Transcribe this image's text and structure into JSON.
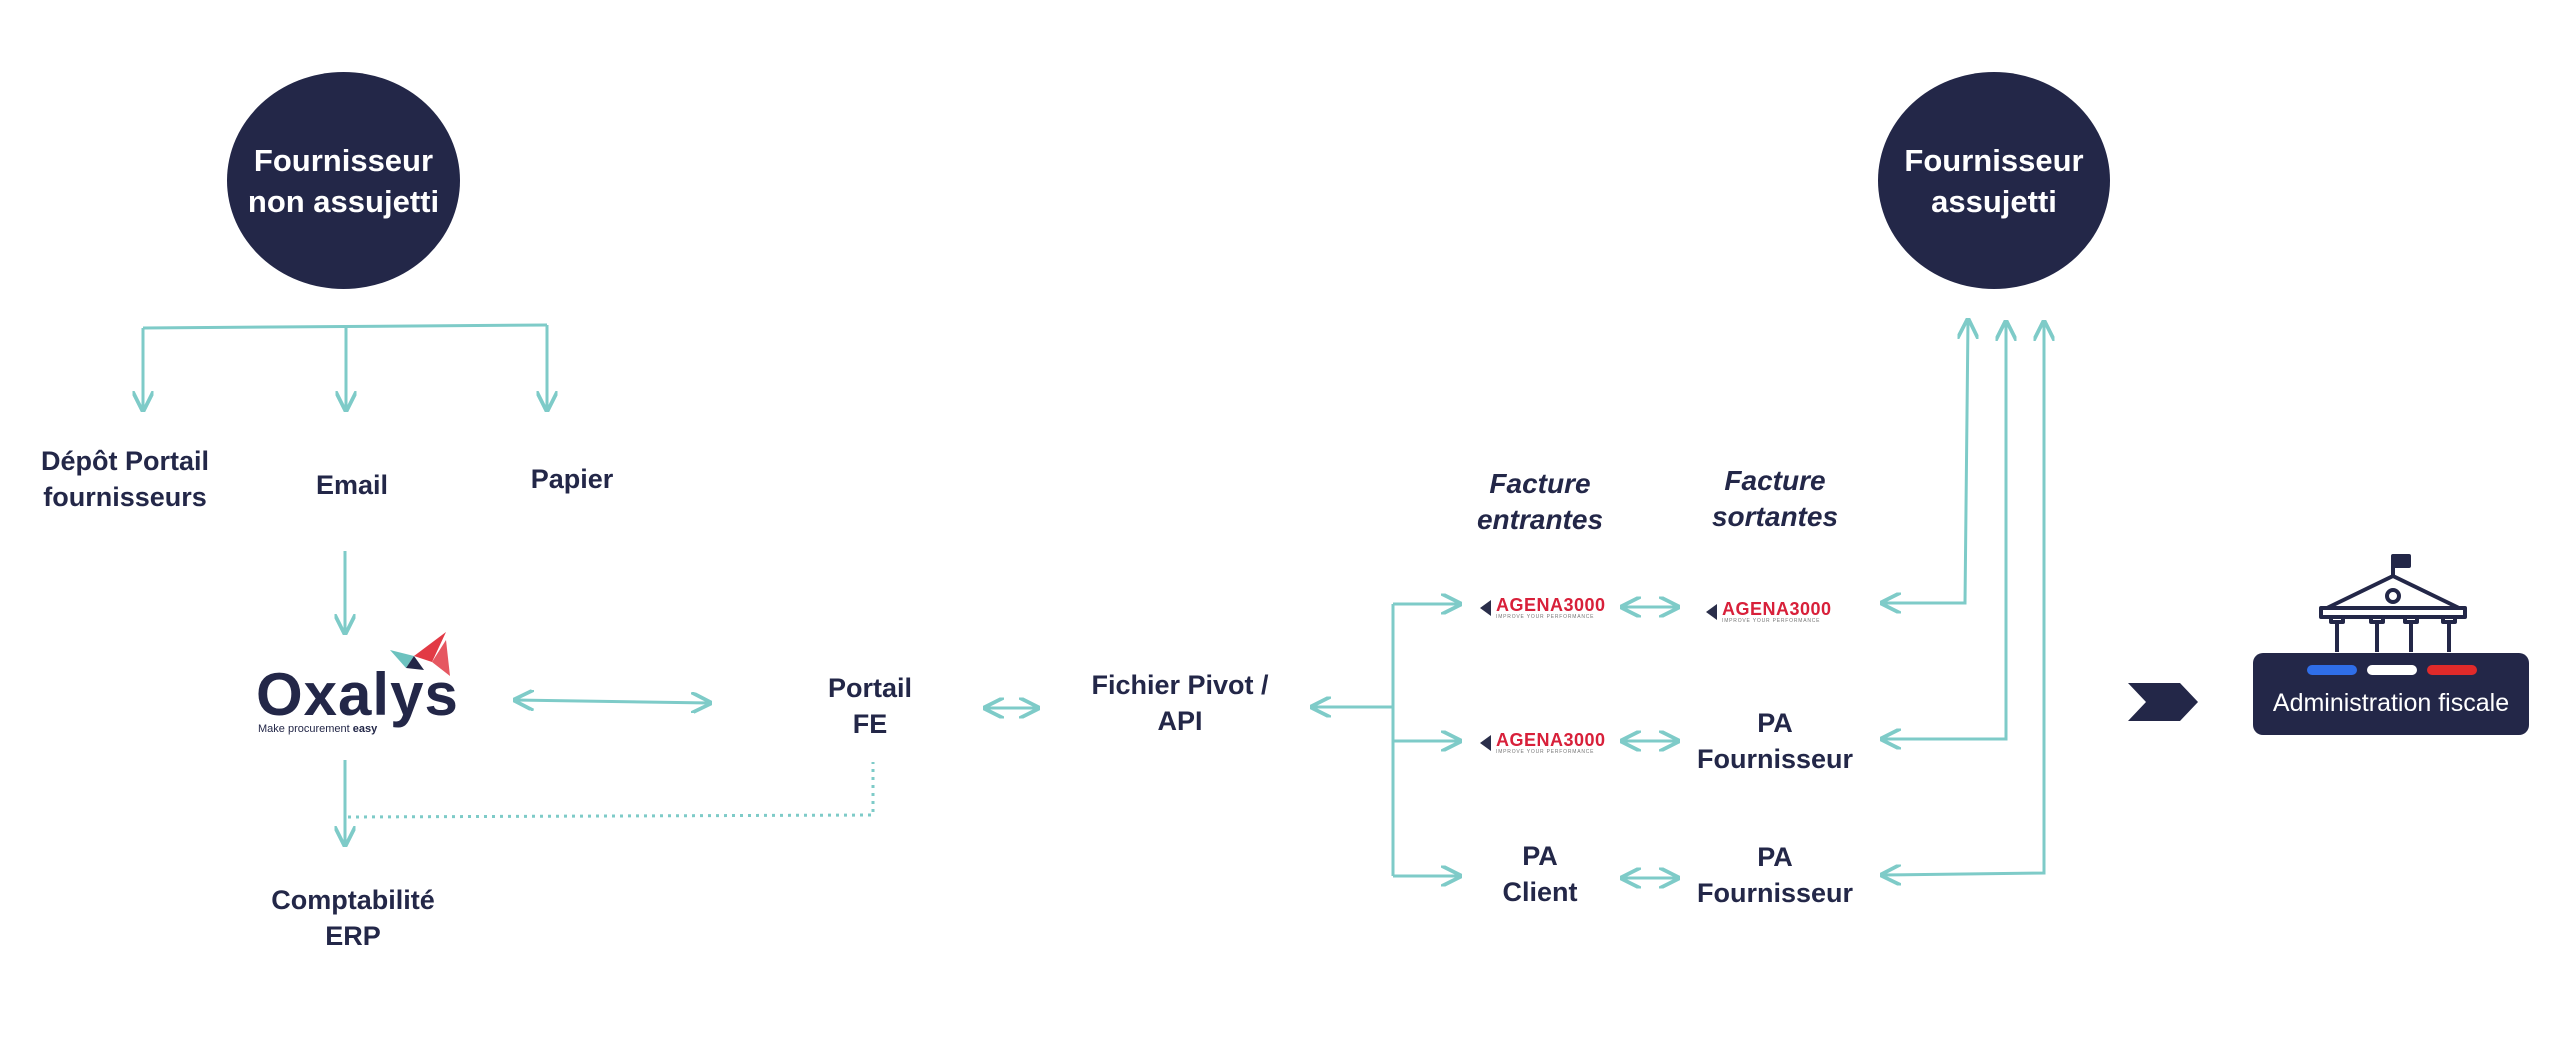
{
  "nodes": {
    "fournisseur_non_assujetti": [
      "Fournisseur",
      "non assujetti"
    ],
    "fournisseur_assujetti": [
      "Fournisseur",
      "assujetti"
    ],
    "depot_portail": [
      "Dépôt Portail",
      "fournisseurs"
    ],
    "email": "Email",
    "papier": "Papier",
    "comptabilite": [
      "Comptabilité",
      "ERP"
    ],
    "portail_fe": [
      "Portail",
      "FE"
    ],
    "fichier_pivot": [
      "Fichier Pivot /",
      "API"
    ],
    "facture_entrantes": [
      "Facture",
      "entrantes"
    ],
    "facture_sortantes": [
      "Facture",
      "sortantes"
    ],
    "pa_fournisseur_1": [
      "PA",
      "Fournisseur"
    ],
    "pa_client": [
      "PA",
      "Client"
    ],
    "pa_fournisseur_2": [
      "PA",
      "Fournisseur"
    ],
    "administration_fiscale": "Administration fiscale"
  },
  "logos": {
    "oxalys": {
      "word": "Oxalys",
      "tagline_prefix": "Make procurement ",
      "tagline_bold": "easy"
    },
    "agena": {
      "name": "AGENA3000",
      "tagline": "IMPROVE YOUR PERFORMANCE"
    }
  },
  "colors": {
    "navy": "#232748",
    "connector": "#7ecbc8",
    "agena_red": "#d8203a",
    "flag_blue": "#2f6ee8",
    "flag_white": "#ffffff",
    "flag_red": "#e02a2a",
    "oxalys_red": "#e23a45",
    "oxalys_teal": "#6cc2bf"
  },
  "icons": {
    "building": "government-building-icon",
    "chevron": "chevron-right-icon"
  }
}
